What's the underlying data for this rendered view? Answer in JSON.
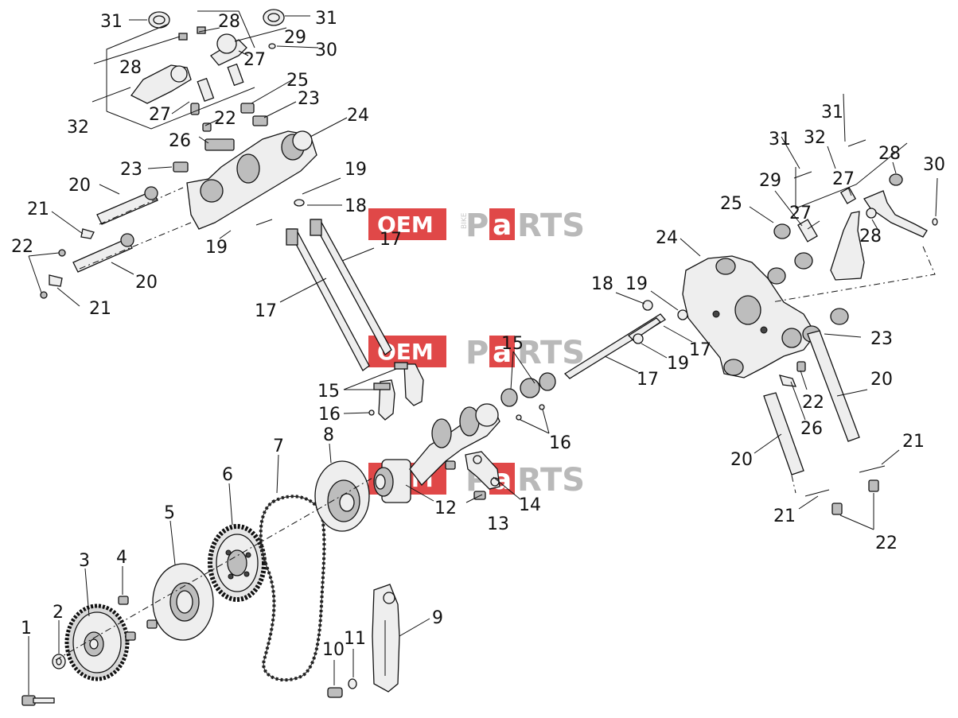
{
  "watermark": {
    "oem": "OEM",
    "bike": "BIKE",
    "parts_a": "P",
    "parts_b": "a",
    "parts_c": "RTS",
    "accent": "#e04848"
  },
  "labels": {
    "l1": "1",
    "l2": "2",
    "l3": "3",
    "l4": "4",
    "l5": "5",
    "l6": "6",
    "l7": "7",
    "l8": "8",
    "l9": "9",
    "l10": "10",
    "l11": "11",
    "l12": "12",
    "l13": "13",
    "l14": "14",
    "l15a": "15",
    "l15b": "15",
    "l16a": "16",
    "l16b": "16",
    "l17a": "17",
    "l17b": "17",
    "l17c": "17",
    "l17d": "17",
    "l18a": "18",
    "l18b": "18",
    "l19a": "19",
    "l19b": "19",
    "l19c": "19",
    "l19d": "19",
    "l20a": "20",
    "l20b": "20",
    "l20c": "20",
    "l20d": "20",
    "l21a": "21",
    "l21b": "21",
    "l21c": "21",
    "l21d": "21",
    "l22a": "22",
    "l22b": "22",
    "l22c": "22",
    "l22d": "22",
    "l23a": "23",
    "l23b": "23",
    "l23c": "23",
    "l24a": "24",
    "l24b": "24",
    "l25a": "25",
    "l25b": "25",
    "l26a": "26",
    "l26b": "26",
    "l27a": "27",
    "l27b": "27",
    "l27c": "27",
    "l27d": "27",
    "l28a": "28",
    "l28b": "28",
    "l28c": "28",
    "l28d": "28",
    "l29a": "29",
    "l29b": "29",
    "l30a": "30",
    "l30b": "30",
    "l31a": "31",
    "l31b": "31",
    "l31c": "31",
    "l31d": "31",
    "l32a": "32",
    "l32b": "32"
  }
}
